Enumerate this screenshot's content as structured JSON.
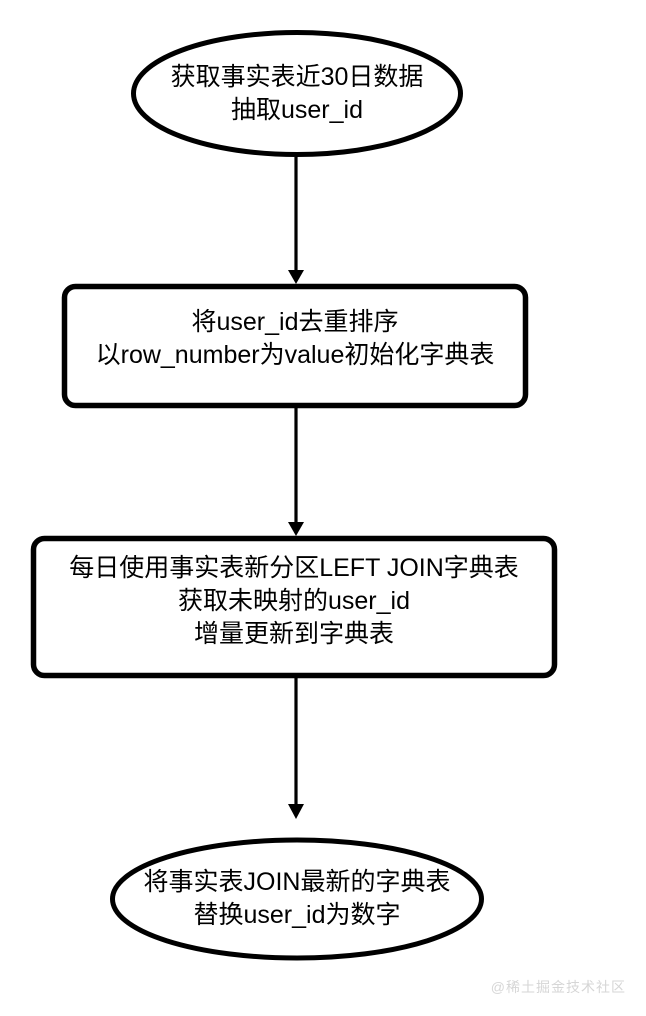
{
  "diagram": {
    "type": "flowchart",
    "orientation": "top-to-bottom",
    "background_color": "#ffffff",
    "stroke_color": "#000000",
    "nodes": [
      {
        "id": "start",
        "shape": "ellipse",
        "lines": [
          "获取事实表近30日数据",
          "抽取user_id"
        ]
      },
      {
        "id": "init",
        "shape": "rounded-rect",
        "lines": [
          "将user_id去重排序",
          "以row_number为value初始化字典表"
        ]
      },
      {
        "id": "incr",
        "shape": "rounded-rect",
        "lines": [
          "每日使用事实表新分区LEFT JOIN字典表",
          "获取未映射的user_id",
          "增量更新到字典表"
        ]
      },
      {
        "id": "end",
        "shape": "ellipse",
        "lines": [
          "将事实表JOIN最新的字典表",
          "替换user_id为数字"
        ]
      }
    ],
    "edges": [
      {
        "id": "start-to-init",
        "from": "start",
        "to": "init",
        "label": ""
      },
      {
        "id": "init-to-incr",
        "from": "init",
        "to": "incr",
        "label": ""
      },
      {
        "id": "incr-to-end",
        "from": "incr",
        "to": "end",
        "label": ""
      }
    ]
  },
  "watermark": {
    "text": "@稀土掘金技术社区",
    "color": "#d6d6d6"
  }
}
